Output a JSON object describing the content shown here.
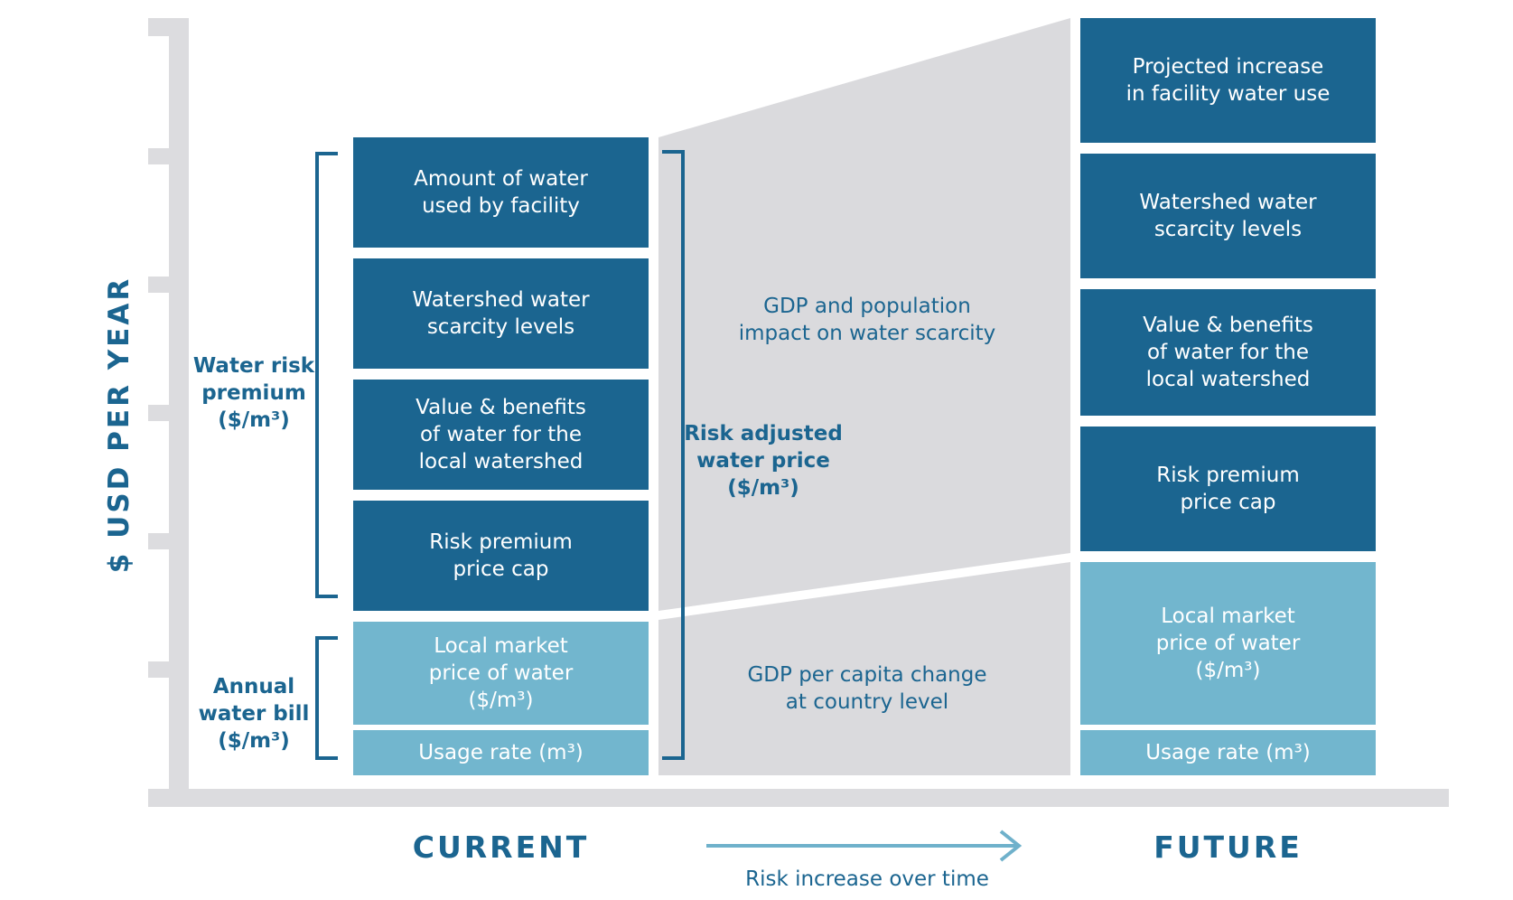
{
  "y_axis_label": "$ USD PER YEAR",
  "columns": {
    "current": "CURRENT",
    "future": "FUTURE"
  },
  "arrow_label": "Risk increase over time",
  "current_blocks": {
    "amount": "Amount of water\nused by facility",
    "scarcity": "Watershed water\nscarcity levels",
    "value": "Value & benefits\nof water for the\nlocal watershed",
    "cap": "Risk premium\nprice cap",
    "market": "Local market\nprice of water\n($/m³)",
    "usage": "Usage rate (m³)"
  },
  "future_blocks": {
    "projected": "Projected increase\nin facility water use",
    "scarcity": "Watershed water\nscarcity levels",
    "value": "Value & benefits\nof water for the\nlocal watershed",
    "cap": "Risk premium\nprice cap",
    "market": "Local market\nprice of water\n($/m³)",
    "usage": "Usage rate (m³)"
  },
  "left_labels": {
    "risk_premium": "Water risk\npremium\n($/m³)",
    "annual_bill": "Annual\nwater bill\n($/m³)"
  },
  "middle_labels": {
    "risk_adjusted": "Risk adjusted\nwater price\n($/m³)",
    "gdp_population": "GDP and population\nimpact on water scarcity",
    "gdp_per_capita": "GDP per capita change\nat country level"
  },
  "colors": {
    "dark_blue": "#1b6590",
    "light_blue": "#72b6ce",
    "axis_gray": "#dcdcdf",
    "band_gray": "#dadadd",
    "arrow_blue": "#6fb1cb"
  }
}
